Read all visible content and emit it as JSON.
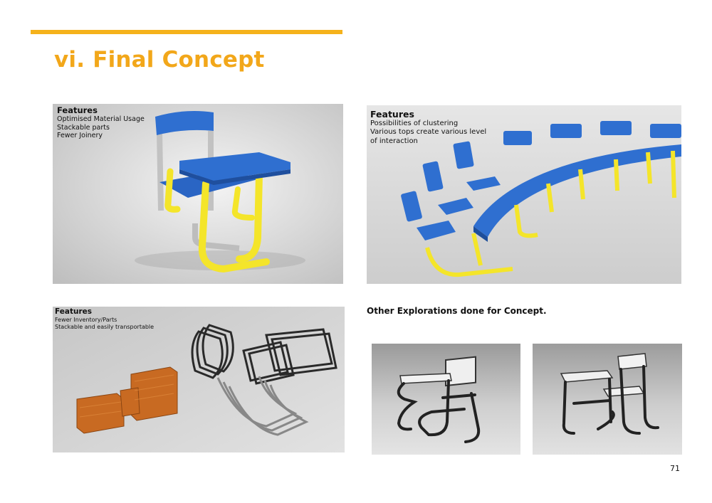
{
  "header": {
    "title": "vi. Final Concept"
  },
  "panels": {
    "chair": {
      "heading": "Features",
      "lines": [
        "Optimised Material Usage",
        "Stackable parts",
        "Fewer Joinery"
      ]
    },
    "cluster": {
      "heading": "Features",
      "lines": [
        "Possibilities of clustering",
        "Various tops create various level",
        "of interaction"
      ]
    },
    "stack": {
      "heading": "Features",
      "lines": [
        "Fewer Inventory/Parts",
        "Stackable and easily transportable"
      ]
    }
  },
  "explorations": {
    "heading": "Other Explorations done for Concept."
  },
  "footer": {
    "page_number": "71"
  },
  "colors": {
    "accent": "#f5b21b",
    "seat_blue": "#2f6fd0",
    "frame_yellow": "#f4e52a",
    "frame_grey": "#bdbdbd",
    "stack_orange": "#c86a22",
    "stack_black": "#2a2a2a"
  },
  "icons": {
    "rendered_chair": "blue-chair-with-yellow-frame",
    "cluster": "curved-row-of-chairs",
    "stacked_parts": "stacked-orange-and-black-parts",
    "exploration_a": "white-desk-chair-black-tube",
    "exploration_b": "white-desk-chair-black-frame"
  }
}
